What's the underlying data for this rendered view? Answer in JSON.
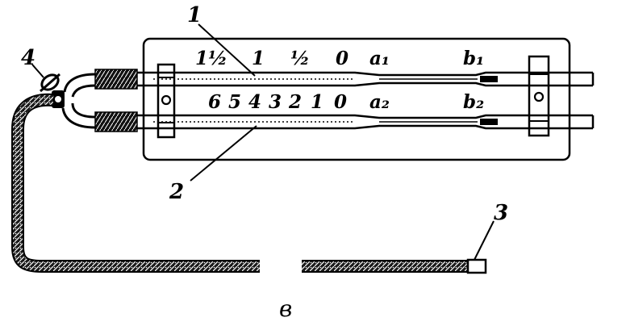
{
  "callouts": {
    "one": "1",
    "two": "2",
    "three": "3",
    "four": "4"
  },
  "scale_top": {
    "one_and_half": "1½",
    "one": "1",
    "half": "½",
    "zero": "0",
    "a_label": "a₁",
    "b_label": "b₁"
  },
  "scale_bottom": {
    "six": "6",
    "five": "5",
    "four": "4",
    "three": "3",
    "two": "2",
    "one": "1",
    "zero": "0",
    "a_label": "a₂",
    "b_label": "b₂"
  },
  "caption": "в",
  "colors": {
    "ink": "#000000",
    "paper": "#ffffff"
  }
}
